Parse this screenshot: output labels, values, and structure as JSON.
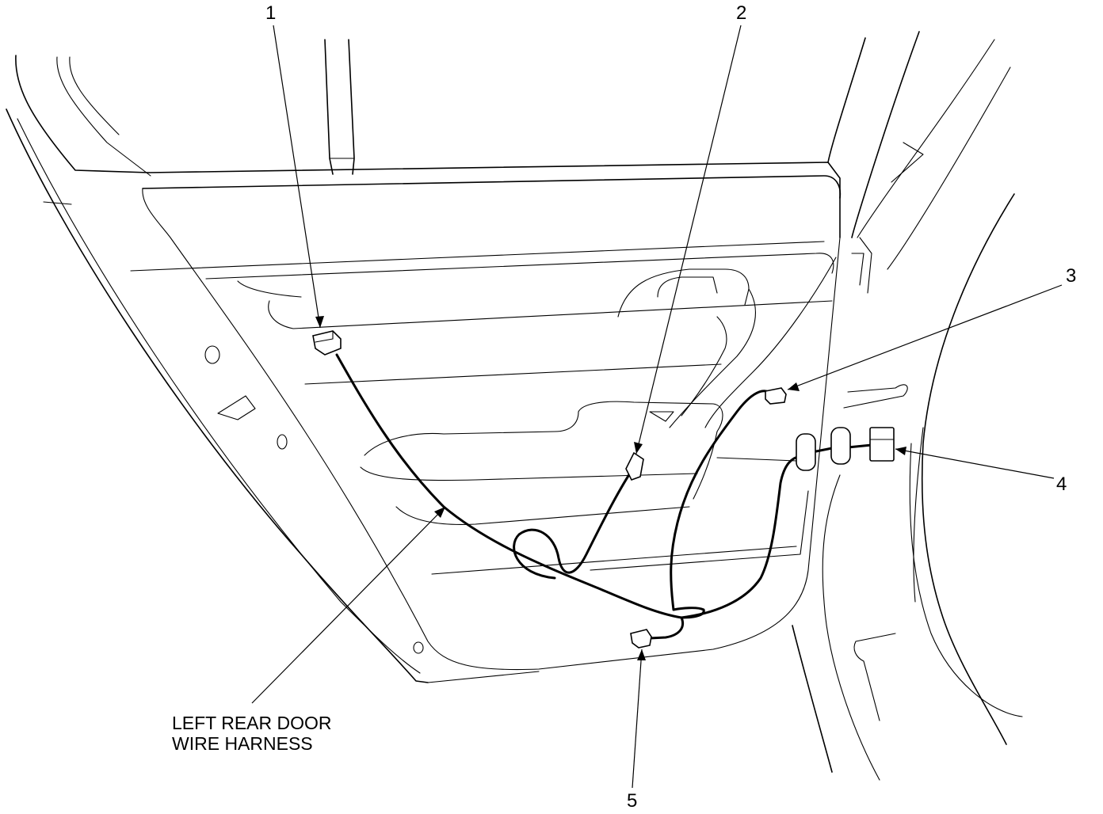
{
  "callouts": {
    "c1": "1",
    "c2": "2",
    "c3": "3",
    "c4": "4",
    "c5": "5"
  },
  "caption": {
    "line1": "LEFT REAR DOOR",
    "line2": "WIRE HARNESS"
  }
}
